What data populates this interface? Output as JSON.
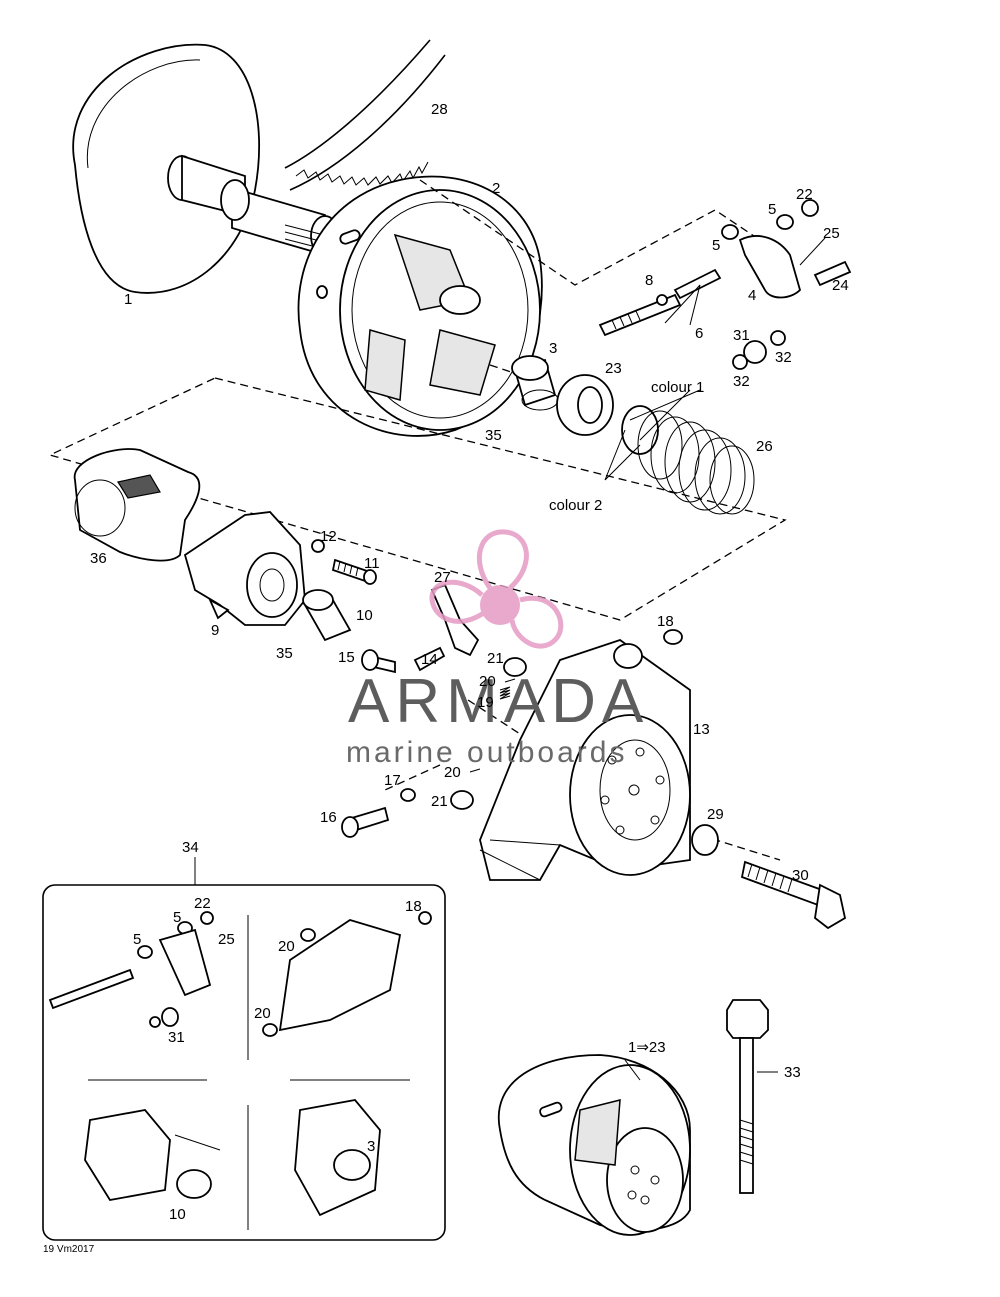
{
  "callouts": {
    "c1": "1",
    "c2": "2",
    "c3": "3",
    "c4": "4",
    "c5a": "5",
    "c5b": "5",
    "c6": "6",
    "c8": "8",
    "c9": "9",
    "c10": "10",
    "c11": "11",
    "c12": "12",
    "c13": "13",
    "c14": "14",
    "c15": "15",
    "c16": "16",
    "c17": "17",
    "c18": "18",
    "c19": "19",
    "c20a": "20",
    "c20b": "20",
    "c21a": "21",
    "c21b": "21",
    "c22": "22",
    "c23": "23",
    "c24": "24",
    "c25": "25",
    "c26": "26",
    "c27": "27",
    "c28": "28",
    "c29": "29",
    "c30": "30",
    "c31": "31",
    "c32a": "32",
    "c32b": "32",
    "c33": "33",
    "c34": "34",
    "c35a": "35",
    "c35b": "35",
    "c36": "36",
    "c123": "1⇒23"
  },
  "colour_labels": {
    "colour1": "colour 1",
    "colour2": "colour 2"
  },
  "inset": {
    "i5a": "5",
    "i5b": "5",
    "i22": "22",
    "i25": "25",
    "i31": "31",
    "i18": "18",
    "i20a": "20",
    "i20b": "20",
    "i10": "10",
    "i3": "3"
  },
  "figure_code": "19 Vm2017",
  "watermark": {
    "title": "ARMADA",
    "subtitle": "marine outboards",
    "logo_color": "#e59bc4",
    "text_color": "#5d5d5d"
  }
}
